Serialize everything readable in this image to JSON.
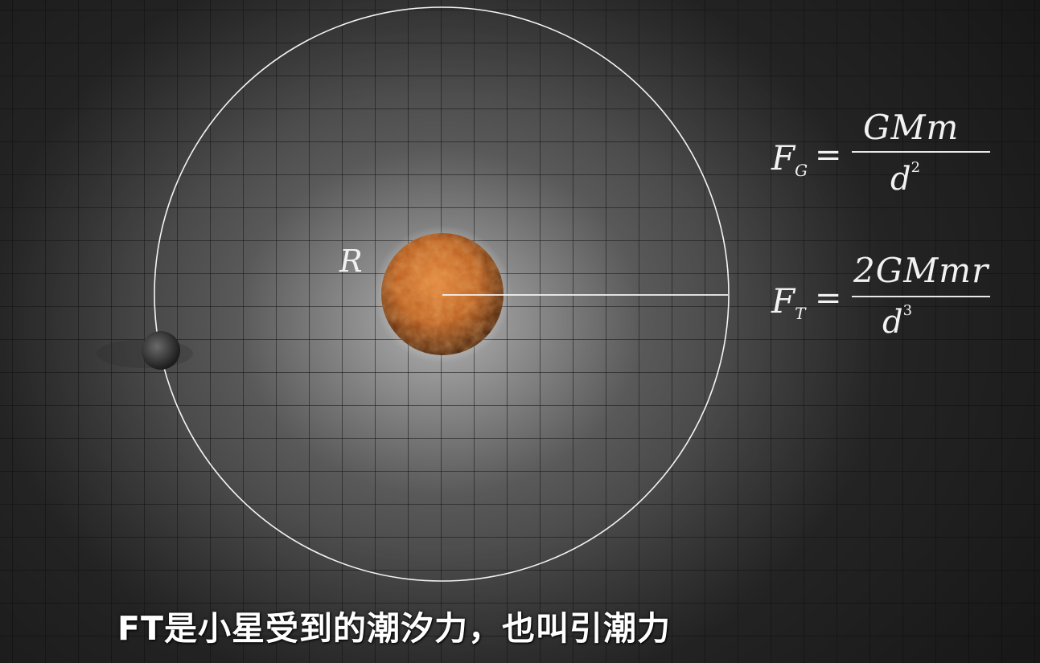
{
  "colors": {
    "background": "#2b2b2b",
    "grid_line": "#141414",
    "orbit": "#ffffff",
    "planet": "#c0621e",
    "moon": "#3c3c3c",
    "text": "#ffffff"
  },
  "icons": {
    "planet": "planet-icon",
    "moon": "moon-icon"
  },
  "labels": {
    "radius": "R"
  },
  "equations": {
    "gravity": {
      "lhs": "F",
      "lhs_sub": "G",
      "equals": "=",
      "numerator": "GMm",
      "denominator": "d",
      "denominator_sup": "2"
    },
    "tidal": {
      "lhs": "F",
      "lhs_sub": "T",
      "equals": "=",
      "numerator": "2GMmr",
      "denominator": "d",
      "denominator_sup": "3"
    }
  },
  "subtitle": "FT是小星受到的潮汐力，也叫引潮力"
}
